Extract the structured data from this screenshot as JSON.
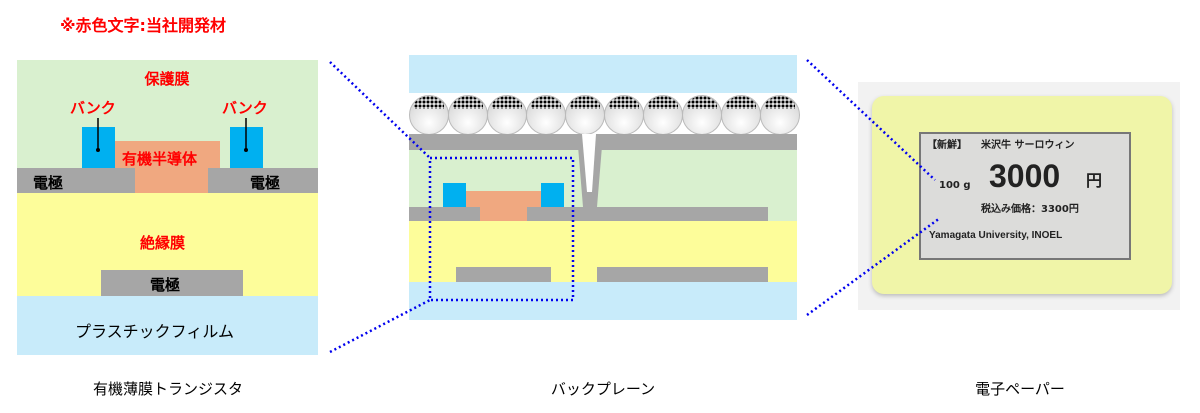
{
  "note": "※赤色文字:当社開発材",
  "otft": {
    "protective": "保護膜",
    "bank_left": "バンク",
    "bank_right": "バンク",
    "semiconductor": "有機半導体",
    "electrode_left": "電極",
    "electrode_right": "電極",
    "insulator": "絶縁膜",
    "gate": "電極",
    "film": "プラスチックフィルム",
    "caption": "有機薄膜トランジスタ"
  },
  "backplane": {
    "caption": "バックプレーン"
  },
  "epaper": {
    "caption": "電子ペーパー",
    "tag": "【新鮮】",
    "product": "米沢牛 サーロウィン",
    "weight": "100 g",
    "price": "3000",
    "yen": "円",
    "tax_price": "税込み価格：3300円",
    "credit": "Yamagata University, INOEL"
  },
  "colors": {
    "green": "#d9f0cf",
    "yellow": "#fdfd9a",
    "film": "#c8ebfa",
    "grey": "#a6a6a6",
    "bank": "#00b0f0",
    "semi": "#f0a880",
    "red": "#ff0000",
    "dots": "#0000ee"
  }
}
